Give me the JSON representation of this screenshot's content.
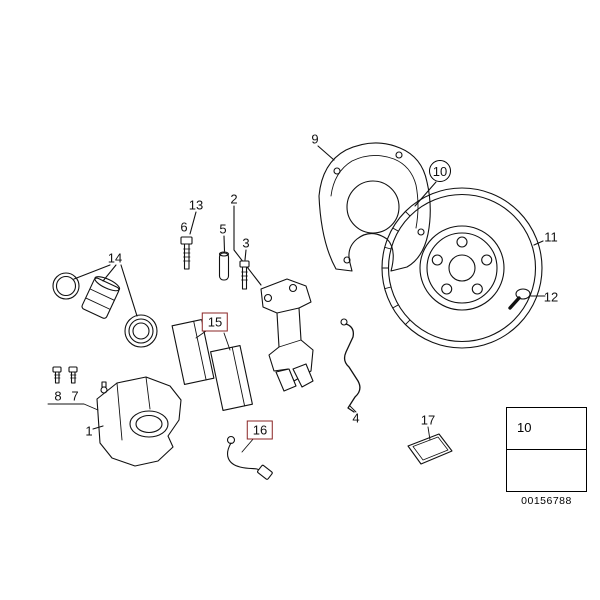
{
  "diagram": {
    "type": "exploded-parts-diagram",
    "subject": "front-brake-assembly",
    "callouts": [
      {
        "id": "callout-1",
        "label": "1",
        "style": "plain"
      },
      {
        "id": "callout-2",
        "label": "2",
        "style": "plain"
      },
      {
        "id": "callout-3",
        "label": "3",
        "style": "plain"
      },
      {
        "id": "callout-4",
        "label": "4",
        "style": "plain"
      },
      {
        "id": "callout-5",
        "label": "5",
        "style": "plain"
      },
      {
        "id": "callout-6",
        "label": "6",
        "style": "plain"
      },
      {
        "id": "callout-7",
        "label": "7",
        "style": "plain"
      },
      {
        "id": "callout-8",
        "label": "8",
        "style": "plain"
      },
      {
        "id": "callout-9",
        "label": "9",
        "style": "plain"
      },
      {
        "id": "callout-10",
        "label": "10",
        "style": "circled"
      },
      {
        "id": "callout-11",
        "label": "11",
        "style": "plain"
      },
      {
        "id": "callout-12",
        "label": "12",
        "style": "plain"
      },
      {
        "id": "callout-13",
        "label": "13",
        "style": "plain"
      },
      {
        "id": "callout-14",
        "label": "14",
        "style": "plain"
      },
      {
        "id": "callout-15",
        "label": "15",
        "style": "boxed-highlight"
      },
      {
        "id": "callout-16",
        "label": "16",
        "style": "boxed-highlight"
      },
      {
        "id": "callout-17",
        "label": "17",
        "style": "plain"
      }
    ],
    "legend": {
      "ref_label": "10",
      "icons": [
        "screw-icon",
        "direction-arrow-icon"
      ],
      "diagram_code": "00156788"
    },
    "colors": {
      "ink": "#111111",
      "background": "#ffffff",
      "highlight_box": "#8a2424"
    }
  }
}
